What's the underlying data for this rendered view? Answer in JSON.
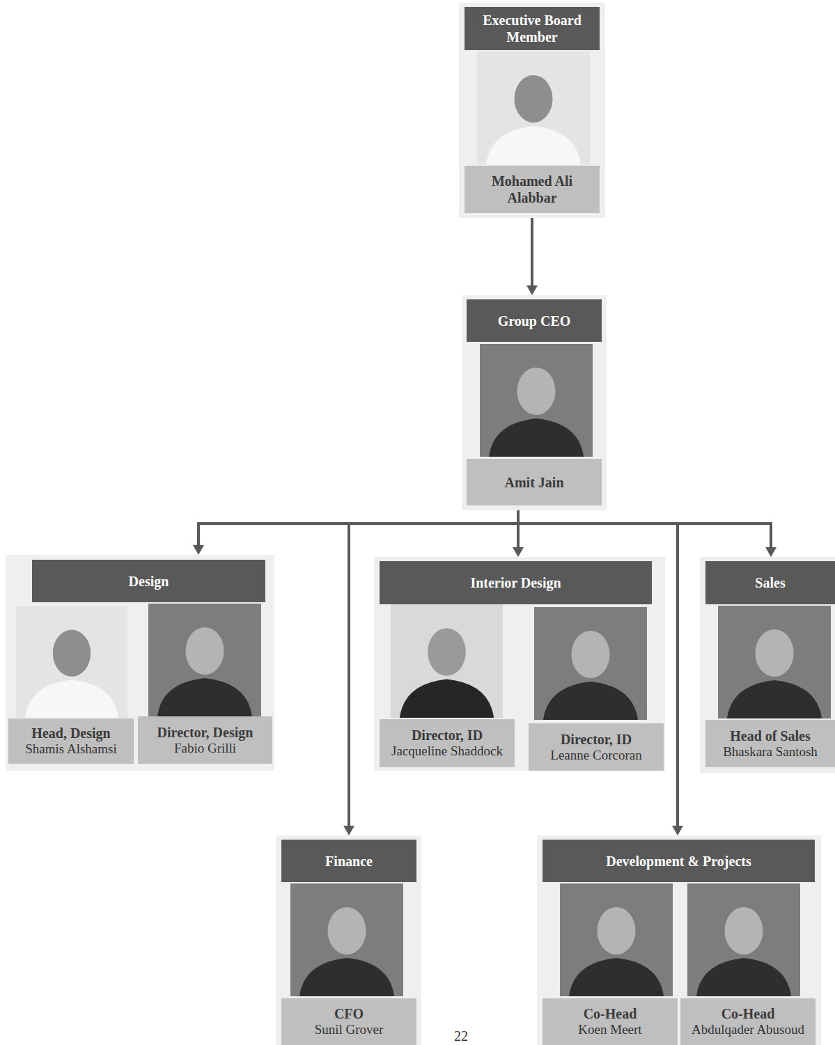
{
  "diagram": {
    "nodes": [
      {
        "text": [
          "Executive Board Member",
          "Mohamed Ali Alabbar"
        ]
      },
      {
        "text": [
          "Group CEO",
          "Amit Jain"
        ]
      },
      {
        "text": [
          "Design"
        ]
      },
      {
        "text": [
          "Head, Design",
          "Shamis Alshamsi"
        ],
        "in": 2
      },
      {
        "text": [
          "Director, Design",
          "Fabio Grilli"
        ],
        "in": 2
      },
      {
        "text": [
          "Interior Design"
        ]
      },
      {
        "text": [
          "Director, ID",
          "Jacqueline Shaddock"
        ],
        "in": 5
      },
      {
        "text": [
          "Director, ID",
          "Leanne Corcoran"
        ],
        "in": 5
      },
      {
        "text": [
          "Sales"
        ]
      },
      {
        "text": [
          "Head of Sales",
          "Bhaskara Santosh"
        ],
        "in": 8
      },
      {
        "text": [
          "Finance"
        ]
      },
      {
        "text": [
          "CFO",
          "Sunil Grover"
        ],
        "in": 10
      },
      {
        "text": [
          "Development & Projects"
        ]
      },
      {
        "text": [
          "Co-Head",
          "Koen Meert"
        ],
        "in": 12
      },
      {
        "text": [
          "Co-Head",
          "Abdulqader Abusoud"
        ],
        "in": 12
      }
    ],
    "edges": [
      {
        "from": 0,
        "to": 1,
        "arrow": "to"
      },
      {
        "from": 1,
        "to": 2,
        "arrow": "to"
      },
      {
        "from": 1,
        "to": 10,
        "arrow": "to"
      },
      {
        "from": 1,
        "to": 5,
        "arrow": "to"
      },
      {
        "from": 1,
        "to": 12,
        "arrow": "to"
      },
      {
        "from": 1,
        "to": 8,
        "arrow": "to"
      }
    ],
    "labels": [
      "22"
    ]
  }
}
